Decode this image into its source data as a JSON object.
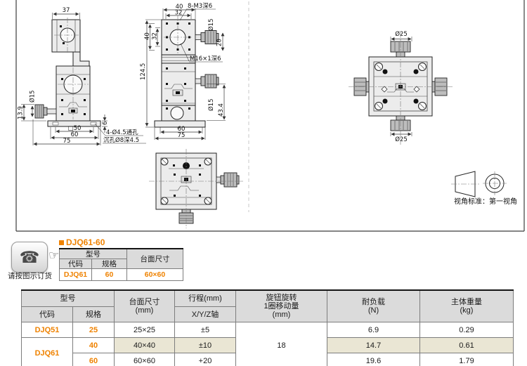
{
  "page": {
    "accent": "#ef8200",
    "header_gray": "#dbdbdb",
    "row_highlight": "#eae6d4"
  },
  "drawing": {
    "front": {
      "d37": "37",
      "dia15": "Ø15",
      "d139": "13.9",
      "sq50": "□50",
      "d60": "60",
      "d75": "75",
      "d6": "6",
      "note1": "4-Ø4.5通孔",
      "note2": "沉孔Ø8深4.5"
    },
    "side": {
      "t40": "40",
      "t32": "32",
      "tap": "8-M3深6",
      "dia15a": "Ø15",
      "d20": "20",
      "l40": "40",
      "l32": "32",
      "h": "124.5",
      "m16": "M16×1深6",
      "dia15b": "Ø15",
      "d434": "43.4",
      "b60": "60",
      "b75": "75"
    },
    "top": {
      "dia25t": "Ø25",
      "dia25b": "Ø25"
    },
    "view_standard": "视角标准：第一视角"
  },
  "order": {
    "caption": "请按图示订货",
    "phone_icon": "☎",
    "hand_icon": "☞"
  },
  "product": {
    "title": "DJQ61-60",
    "header_model": "型号",
    "header_surface": "台面尺寸",
    "col_code": "代码",
    "col_spec": "规格",
    "code": "DJQ61",
    "spec": "60",
    "surface": "60×60"
  },
  "spec_table": {
    "header": {
      "model": "型号",
      "code": "代码",
      "spec": "规格",
      "surface_l1": "台面尺寸",
      "surface_l2": "(mm)",
      "travel": "行程(mm)",
      "travel_sub": "X/Y/Z轴",
      "knob_l1": "旋钮旋转",
      "knob_l2": "1圈移动量",
      "knob_l3": "(mm)",
      "load_l1": "耐负载",
      "load_l2": "(N)",
      "weight_l1": "主体重量",
      "weight_l2": "(kg)"
    },
    "knob_move": "18",
    "rows": [
      {
        "code": "DJQ51",
        "spec": "25",
        "surface": "25×25",
        "travel": "±5",
        "load": "6.9",
        "weight": "0.29"
      },
      {
        "code": "DJQ61",
        "spec": "40",
        "surface": "40×40",
        "travel": "±10",
        "load": "14.7",
        "weight": "0.61"
      },
      {
        "spec": "60",
        "surface": "60×60",
        "travel": "+20",
        "load": "19.6",
        "weight": "1.79"
      }
    ]
  }
}
